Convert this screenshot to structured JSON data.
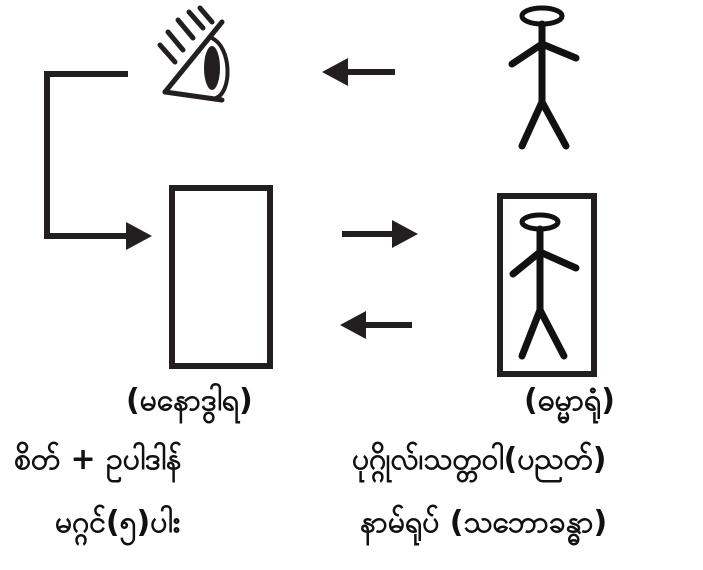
{
  "labels": {
    "caption_left": "(မနောဒွါရ)",
    "caption_right": "(ဓမ္မာရုံ)",
    "left_line1": "စိတ် + ဥပါဒါန်",
    "left_line2": "မဂ္ဂင်(၅)ပါး",
    "right_line1": "ပုဂ္ဂိုလ်၊သတ္တဝါ(ပညတ်)",
    "right_line2": "နာမ်ရုပ် (သဘောခန္ဓာ)"
  },
  "colors": {
    "stroke": "#231f20",
    "text": "#111111",
    "background": "#ffffff"
  },
  "icons": [
    "eye-icon",
    "stick-figure-icon",
    "framed-figure-icon"
  ]
}
